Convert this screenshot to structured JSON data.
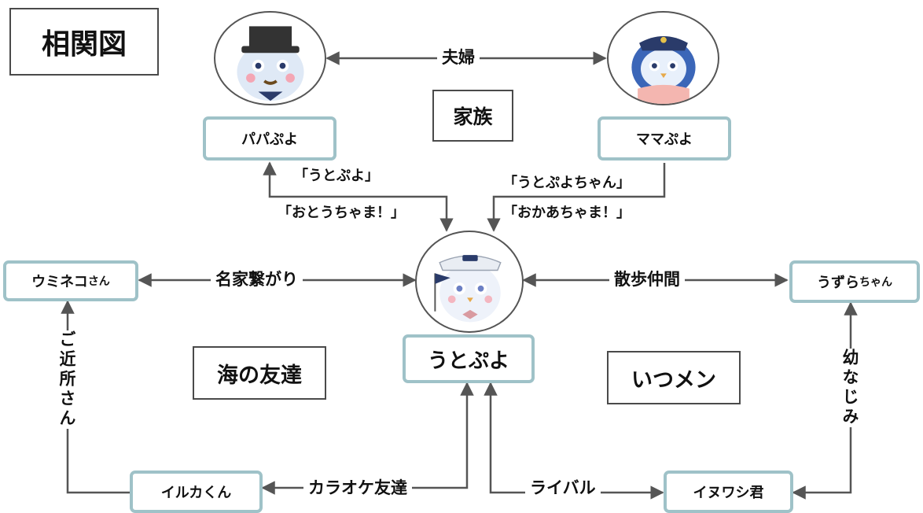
{
  "title": "相関図",
  "groups": {
    "family": "家族",
    "sea_friends": "海の友達",
    "usual_members": "いつメン"
  },
  "characters": {
    "papa": "パパぷよ",
    "mama": "ママぷよ",
    "center": "うとぷよ",
    "umineko_main": "ウミネコ",
    "umineko_suffix": "さん",
    "uzura_main": "うずら",
    "uzura_suffix": "ちゃん",
    "iruka": "イルカくん",
    "inuwashi": "イヌワシ君"
  },
  "relations": {
    "couple": "夫婦",
    "papa_calls_child": "「うとぷよ」",
    "child_calls_papa": "「おとうちゃま！」",
    "mama_calls_child": "「うとぷよちゃん」",
    "child_calls_mama": "「おかあちゃま！」",
    "umineko": "名家繋がり",
    "uzura": "散歩仲間",
    "umineko_iruka": "ご近所さん",
    "uzura_inuwashi": "幼なじみ",
    "iruka": "カラオケ友達",
    "inuwashi": "ライバル"
  },
  "avatar_icons": [
    "papa-penguin-avatar-icon",
    "mama-penguin-avatar-icon",
    "utopuyo-avatar-icon"
  ],
  "colors": {
    "node_border": "#9fc2c8",
    "line": "#555555"
  }
}
